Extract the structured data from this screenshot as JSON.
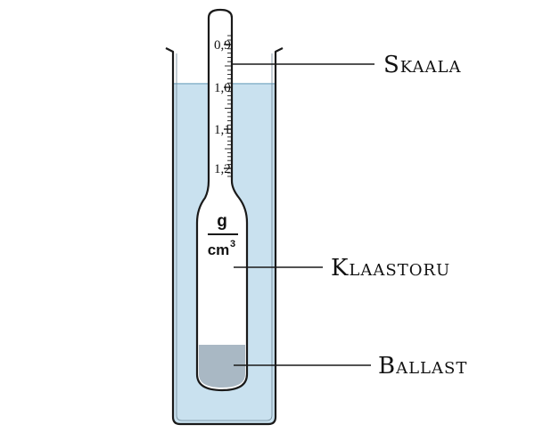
{
  "labels": {
    "scale": "Skaala",
    "glass_tube": "Klaastoru",
    "ballast": "Ballast"
  },
  "scale_ticks": [
    "0,9",
    "1,0",
    "1,1",
    "1,2"
  ],
  "unit": {
    "numerator": "g",
    "denominator": "cm",
    "exponent": "3"
  },
  "colors": {
    "liquid": "#c9e1ef",
    "ballast": "#a9b8c4",
    "outline": "#1a1a1a"
  }
}
